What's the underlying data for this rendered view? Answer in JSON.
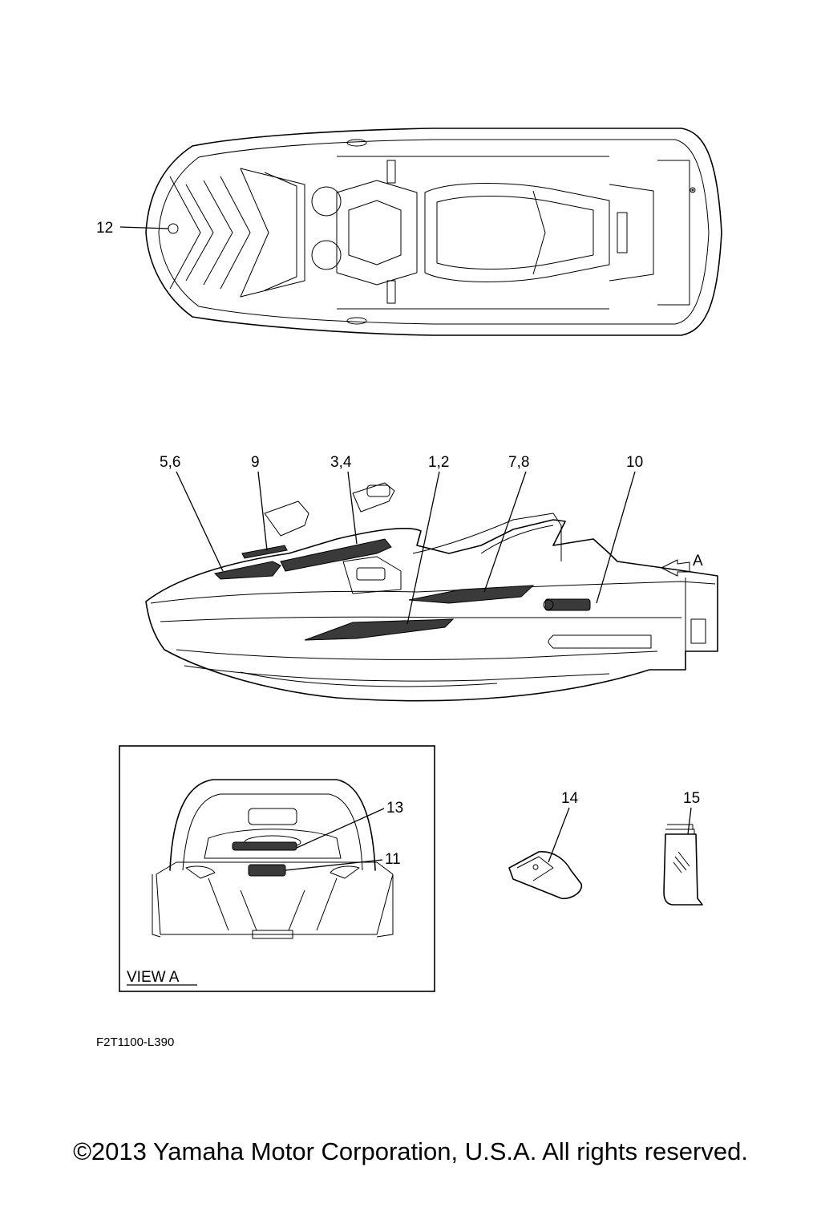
{
  "top_view": {
    "callouts": [
      {
        "id": "12",
        "label": "12"
      }
    ]
  },
  "side_view": {
    "callouts": [
      {
        "id": "5-6",
        "label": "5,6"
      },
      {
        "id": "9",
        "label": "9"
      },
      {
        "id": "3-4",
        "label": "3,4"
      },
      {
        "id": "1-2",
        "label": "1,2"
      },
      {
        "id": "7-8",
        "label": "7,8"
      },
      {
        "id": "10",
        "label": "10"
      }
    ],
    "view_arrow_label": "A"
  },
  "view_a": {
    "title": "VIEW A",
    "callouts": [
      {
        "id": "13",
        "label": "13"
      },
      {
        "id": "11",
        "label": "11"
      }
    ]
  },
  "loose_parts": {
    "callouts": [
      {
        "id": "14",
        "label": "14"
      },
      {
        "id": "15",
        "label": "15"
      }
    ]
  },
  "reference_code": "F2T1100-L390",
  "copyright": "©2013 Yamaha Motor Corporation, U.S.A. All rights reserved."
}
